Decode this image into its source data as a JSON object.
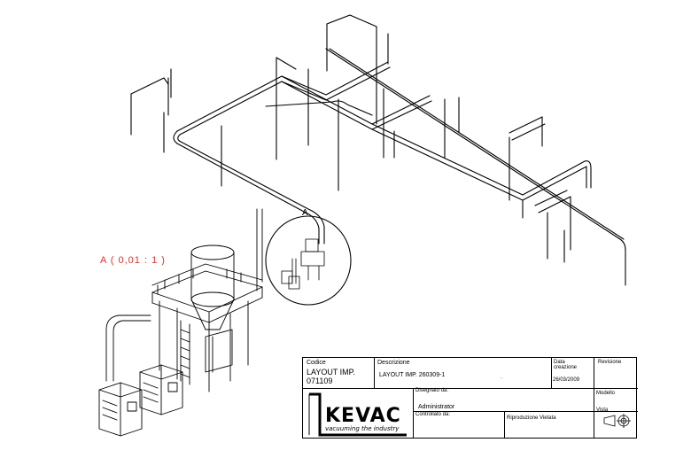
{
  "drawing": {
    "detail_label": "A ( 0,01 : 1 )",
    "callout_label": "A"
  },
  "titleblock": {
    "codice_label": "Codice",
    "codice_value_line1": "LAYOUT IMP.",
    "codice_value_line2": "071109",
    "descrizione_label": "Descrizione",
    "descrizione_value": "LAYOUT IMP. 260309-1",
    "descrizione_dot": ".",
    "data_label_line1": "Data",
    "data_label_line2": "creazione",
    "data_value": "26/03/2009",
    "revisione_label": "Revisione",
    "disegnato_label": "Disegnato da:",
    "disegnato_value": "Administrator",
    "controllato_label": "Controllato da:",
    "riproduzione_label": "Riproduzione Vietata",
    "modello_label": "Modello",
    "vista_label": "Vista",
    "logo_word": "KEVAC",
    "logo_tagline": "vacuuming the industry"
  },
  "colors": {
    "line": "#000000",
    "detail_label": "#e0302c"
  }
}
